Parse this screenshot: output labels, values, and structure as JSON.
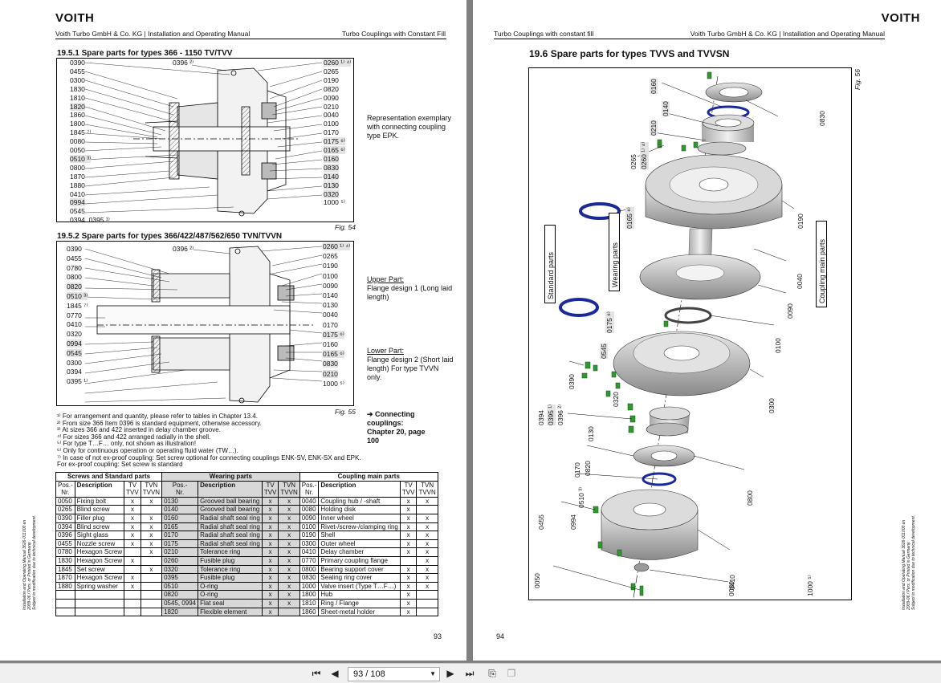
{
  "brand": "VOITH",
  "left": {
    "header_left": "Voith Turbo GmbH & Co. KG  |  Installation and Operating Manual",
    "header_right": "Turbo Couplings with Constant Fill",
    "sec1": "19.5.1  Spare parts for types 366 - 1150 TV/TVV",
    "fig1_left": [
      "0390",
      "0455",
      "0300",
      "1830",
      "1810",
      "1820",
      "1860",
      "1800",
      "1845 ⁷⁾",
      "0080",
      "0050",
      "0510 ³⁾",
      "0800",
      "1870",
      "1880",
      "0410",
      "0994",
      "0545",
      "0394, 0395 ¹⁾"
    ],
    "fig1_top": "0396 ²⁾",
    "fig1_right": [
      "0260 ¹⁾ ⁴⁾",
      "0265",
      "0190",
      "0820",
      "0090",
      "0210",
      "0040",
      "0100",
      "0170",
      "0175 ⁶⁾",
      "0165 ⁶⁾",
      "0160",
      "0830",
      "0140",
      "0130",
      "0320",
      "1000 ⁵⁾"
    ],
    "fig1_cap": "Fig. 54",
    "fig1_note": "Representation exemplary with connecting coupling type EPK.",
    "sec2": "19.5.2  Spare parts for types 366/422/487/562/650 TVN/TVVN",
    "fig2_left": [
      "0390",
      "0455",
      "0780",
      "0800",
      "0820",
      "0510 ³⁾",
      "1845 ⁷⁾",
      "0770",
      "0410",
      "0320",
      "0994",
      "0545",
      "0300",
      "0394",
      "0395 ¹⁾"
    ],
    "fig2_top": "0396 ²⁾",
    "fig2_right": [
      "0260 ¹⁾ ⁴⁾",
      "0265",
      "0190",
      "0100",
      "0090",
      "0140",
      "0130",
      "0040",
      "0170",
      "0175 ⁶⁾",
      "0160",
      "0165 ⁶⁾",
      "0830",
      "0210",
      "1000 ⁵⁾"
    ],
    "fig2_cap": "Fig. 55",
    "upper_title": "Upper Part:",
    "upper_text": "Flange design 1 (Long laid length)",
    "lower_title": "Lower Part:",
    "lower_text": "Flange design 2 (Short laid length) For type TVVN only.",
    "connecting": "➔ Connecting couplings: Chapter 20, page 100",
    "footnotes": [
      "¹⁾  For arrangement and quantity, please refer to tables in Chapter 13.4.",
      "²⁾  From size 366 Item 0396 is standard equipment, otherwise accessory.",
      "³⁾  At sizes 366 and 422 inserted in delay chamber groove.",
      "⁴⁾  For sizes 366 and 422 arranged radially in the shell.",
      "⁵⁾  For type T…F… only, not shown as illustration!",
      "⁶⁾  Only for continuous operation or operating fluid water (TW…).",
      "⁷⁾  In case of not ex-proof coupling:    Set screw optional for connecting couplings ENK-SV, ENK-SX and EPK.",
      "      For ex-proof coupling:                Set screw is standard"
    ],
    "table": {
      "g1": "Screws and Standard parts",
      "g2": "Wearing parts",
      "g3": "Coupling main parts",
      "h_pos": "Pos.-",
      "h_nr": "Nr.",
      "h_desc": "Description",
      "h_tv": "TV",
      "h_tvv": "TVV",
      "h_tvn": "TVN",
      "h_tvvn": "TVVN",
      "rows": [
        [
          "0050",
          "Fixing bolt",
          "x",
          "x",
          "0130",
          "Grooved ball bearing",
          "x",
          "x",
          "0040",
          "Coupling hub / -shaft",
          "x",
          "x"
        ],
        [
          "0265",
          "Blind screw",
          "x",
          "",
          "0140",
          "Grooved ball bearing",
          "x",
          "x",
          "0080",
          "Holding disk",
          "x",
          ""
        ],
        [
          "0390",
          "Filler plug",
          "x",
          "x",
          "0160",
          "Radial shaft seal ring",
          "x",
          "x",
          "0090",
          "Inner wheel",
          "x",
          "x"
        ],
        [
          "0394",
          "Blind screw",
          "x",
          "x",
          "0165",
          "Radial shaft seal ring",
          "x",
          "x",
          "0100",
          "Rivet-/screw-/clamping ring",
          "x",
          "x"
        ],
        [
          "0396",
          "Sight glass",
          "x",
          "x",
          "0170",
          "Radial shaft seal ring",
          "x",
          "x",
          "0190",
          "Shell",
          "x",
          "x"
        ],
        [
          "0455",
          "Nozzle screw",
          "x",
          "x",
          "0175",
          "Radial shaft seal ring",
          "x",
          "x",
          "0300",
          "Outer wheel",
          "x",
          "x"
        ],
        [
          "0780",
          "Hexagon Screw",
          "",
          "x",
          "0210",
          "Tolerance ring",
          "x",
          "x",
          "0410",
          "Delay chamber",
          "x",
          "x"
        ],
        [
          "1830",
          "Hexagon Screw",
          "x",
          "",
          "0260",
          "Fusible plug",
          "x",
          "x",
          "0770",
          "Primary coupling flange",
          "",
          "x"
        ],
        [
          "1845",
          "Set screw",
          "",
          "x",
          "0320",
          "Tolerance ring",
          "x",
          "x",
          "0800",
          "Bearing support cover",
          "x",
          "x"
        ],
        [
          "1870",
          "Hexagon Screw",
          "x",
          "",
          "0395",
          "Fusible plug",
          "x",
          "x",
          "0830",
          "Sealing ring cover",
          "x",
          "x"
        ],
        [
          "1880",
          "Spring washer",
          "x",
          "",
          "0510",
          "O-ring",
          "x",
          "x",
          "1000",
          "Valve insert (Type T…F…)",
          "x",
          "x"
        ],
        [
          "",
          "",
          "",
          "",
          "0820",
          "O-ring",
          "x",
          "x",
          "1800",
          "Hub",
          "x",
          ""
        ],
        [
          "",
          "",
          "",
          "",
          "0545, 0994",
          "Flat seal",
          "x",
          "x",
          "1810",
          "Ring / Flange",
          "x",
          ""
        ],
        [
          "",
          "",
          "",
          "",
          "1820",
          "Flexible element",
          "x",
          "",
          "1860",
          "Sheet-metal holder",
          "x",
          ""
        ]
      ]
    },
    "page_num": "93",
    "side_lines": [
      "Installation and Operating Manual 3626-011000 en",
      "2009-06 / Pers. or Printed in Germany.",
      "Subject to modification due to technical development."
    ]
  },
  "right": {
    "header_left": "Turbo Couplings with constant fill",
    "header_right": "Voith Turbo GmbH & Co. KG  |  Installation and Operating Manual",
    "sec": "19.6  Spare parts for types TVVS and TVVSN",
    "fig_cap": "Fig. 56",
    "box_standard": "Standard parts",
    "box_wearing": "Wearing parts",
    "box_main": "Coupling main parts",
    "labels": [
      "0160",
      "0140",
      "0210",
      "0265",
      "0260 ¹⁾ ⁴⁾",
      "0165 ⁶⁾",
      "0175 ⁶⁾",
      "0545",
      "0390",
      "0320",
      "0394",
      "0395 ¹⁾",
      "0396 ²⁾",
      "0130",
      "0820",
      "0170",
      "0510 ³⁾",
      "0994",
      "0455",
      "0050",
      "0830",
      "0190",
      "0040",
      "0090",
      "0100",
      "0300",
      "0800",
      "0410",
      "0080",
      "1000 ⁵⁾"
    ],
    "page_num": "94",
    "side_lines": [
      "Installation and Operating Manual 3626-011000 en",
      "2009-06 / Pers. or Printed in Germany.",
      "Subject to modification due to technical development."
    ]
  },
  "toolbar": {
    "page_display": "93 / 108"
  }
}
